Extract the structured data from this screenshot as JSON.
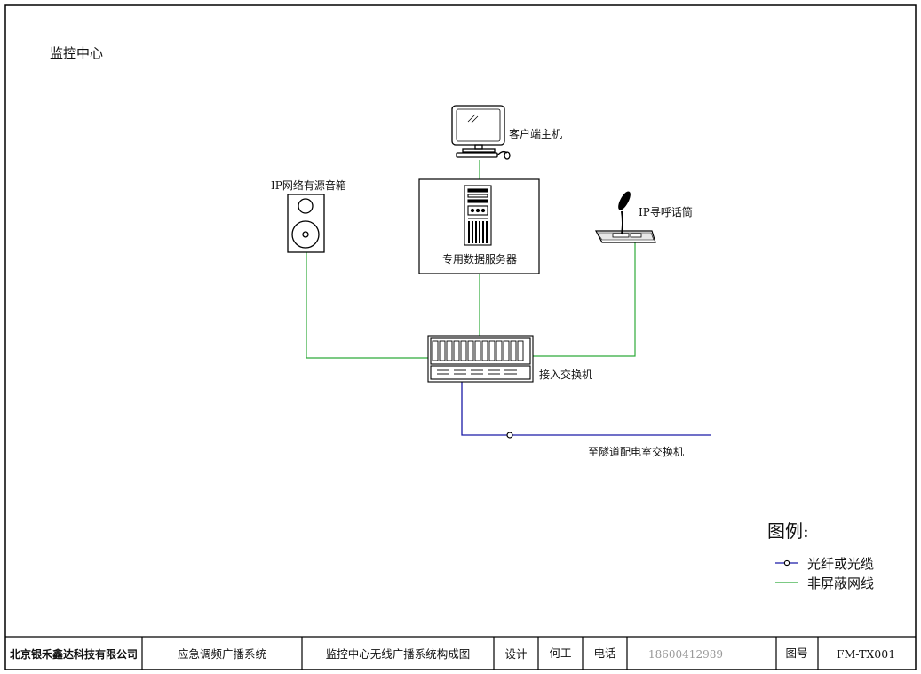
{
  "diagram": {
    "section_title": "监控中心",
    "nodes": {
      "client_host": "客户端主机",
      "server": "专用数据服务器",
      "speaker": "IP网络有源音箱",
      "mic": "IP寻呼话筒",
      "switch": "接入交换机",
      "tunnel_switch": "至隧道配电室交换机"
    },
    "legend": {
      "title": "图例:",
      "items": [
        {
          "label": "光纤或光缆",
          "color": "#1a1aa6"
        },
        {
          "label": "非屏蔽网线",
          "color": "#2eaa3a"
        }
      ]
    }
  },
  "title_block": {
    "company": "北京银禾鑫达科技有限公司",
    "system": "应急调频广播系统",
    "drawing_name": "监控中心无线广播系统构成图",
    "design_label": "设计",
    "designer": "何工",
    "phone_label": "电话",
    "phone": "18600412989",
    "drawing_no_label": "图号",
    "drawing_no": "FM-TX001"
  }
}
